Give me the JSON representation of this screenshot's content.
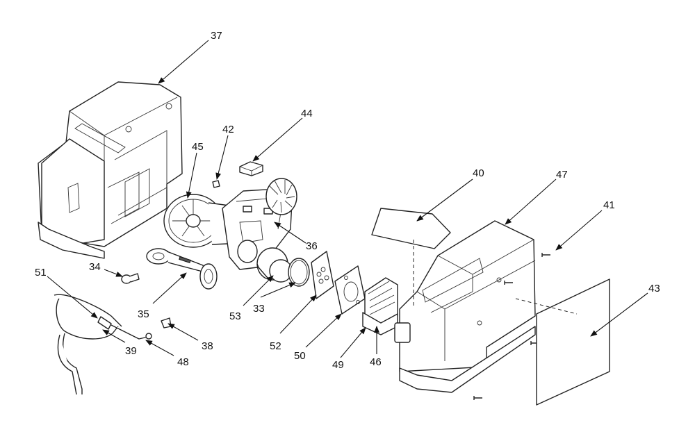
{
  "callouts": {
    "c37": "37",
    "c42": "42",
    "c44": "44",
    "c45": "45",
    "c40": "40",
    "c47": "47",
    "c41": "41",
    "c36": "36",
    "c34": "34",
    "c51": "51",
    "c43": "43",
    "c35": "35",
    "c53": "53",
    "c33": "33",
    "c38": "38",
    "c39": "39",
    "c52": "52",
    "c48": "48",
    "c50": "50",
    "c49": "49",
    "c46": "46"
  },
  "colors": {
    "ink": "#111111",
    "paper": "#ffffff"
  }
}
